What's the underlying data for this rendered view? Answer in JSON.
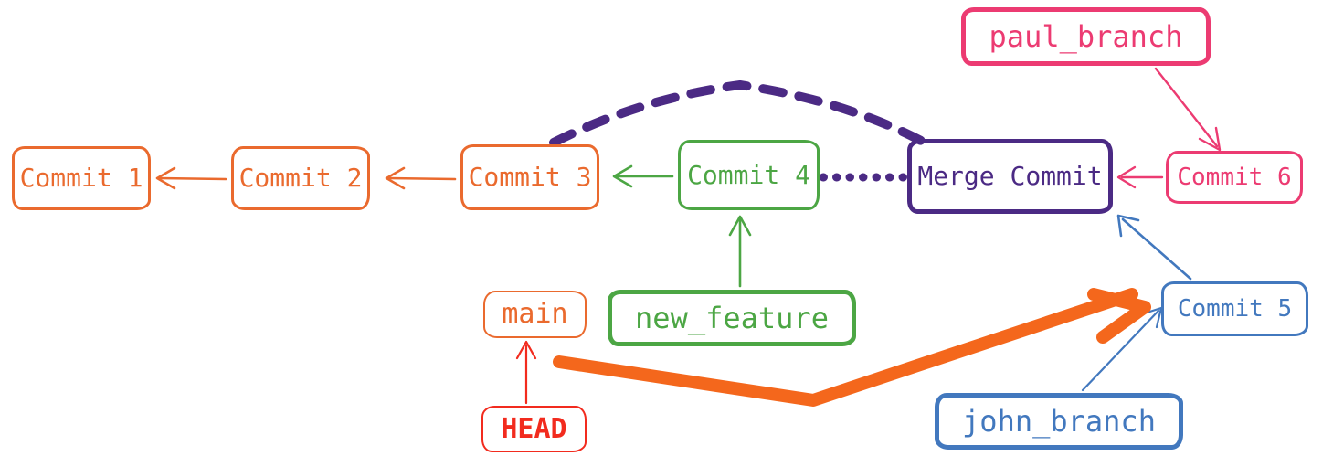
{
  "diagram": {
    "title": "git branch and merge history graph",
    "background": "#ffffff",
    "colors": {
      "orange": "#EA6A2E",
      "green": "#4CA644",
      "purple": "#4B2A84",
      "pink": "#EC3B72",
      "blue": "#4278BE",
      "red": "#F22B1E"
    },
    "nodes": {
      "commit1": {
        "label": "Commit 1",
        "color": "#EA6A2E"
      },
      "commit2": {
        "label": "Commit 2",
        "color": "#EA6A2E"
      },
      "commit3": {
        "label": "Commit 3",
        "color": "#EA6A2E"
      },
      "commit4": {
        "label": "Commit 4",
        "color": "#4CA644"
      },
      "merge_commit": {
        "label": "Merge Commit",
        "color": "#4B2A84"
      },
      "commit5": {
        "label": "Commit 5",
        "color": "#4278BE"
      },
      "commit6": {
        "label": "Commit 6",
        "color": "#EC3B72"
      }
    },
    "branch_labels": {
      "main": {
        "label": "main",
        "color": "#EA6A2E"
      },
      "new_feature": {
        "label": "new_feature",
        "color": "#4CA644"
      },
      "paul_branch": {
        "label": "paul_branch",
        "color": "#EC3B72"
      },
      "john_branch": {
        "label": "john_branch",
        "color": "#4278BE"
      },
      "head": {
        "label": "HEAD",
        "color": "#F22B1E"
      }
    },
    "edges": [
      {
        "from": "commit2",
        "to": "commit1",
        "style": "solid",
        "color": "#EA6A2E"
      },
      {
        "from": "commit3",
        "to": "commit2",
        "style": "solid",
        "color": "#EA6A2E"
      },
      {
        "from": "commit4",
        "to": "commit3",
        "style": "solid",
        "color": "#4CA644"
      },
      {
        "from": "merge_commit",
        "to": "commit3",
        "style": "dashed-arc",
        "color": "#4B2A84"
      },
      {
        "from": "merge_commit",
        "to": "commit4",
        "style": "dotted",
        "color": "#4B2A84"
      },
      {
        "from": "commit6",
        "to": "merge_commit",
        "style": "solid",
        "color": "#EC3B72"
      },
      {
        "from": "commit5",
        "to": "merge_commit",
        "style": "solid",
        "color": "#4278BE"
      },
      {
        "from": "paul_branch",
        "to": "commit6",
        "style": "solid",
        "color": "#EC3B72"
      },
      {
        "from": "john_branch",
        "to": "commit5",
        "style": "solid",
        "color": "#4278BE"
      },
      {
        "from": "new_feature",
        "to": "commit4",
        "style": "solid",
        "color": "#4CA644"
      },
      {
        "from": "head",
        "to": "main",
        "style": "solid",
        "color": "#F22B1E"
      },
      {
        "from": "main",
        "to": "commit5",
        "style": "thick-highlight",
        "color": "#F4671C"
      }
    ]
  }
}
